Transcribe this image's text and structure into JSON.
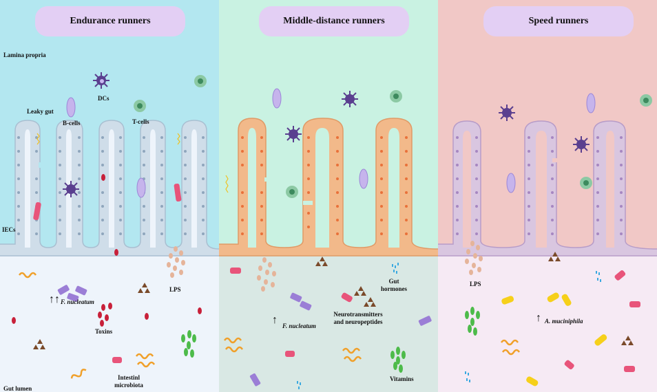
{
  "panels": [
    {
      "title": "Endurance runners"
    },
    {
      "title": "Middle-distance runners"
    },
    {
      "title": "Speed runners"
    }
  ],
  "labels": {
    "lamina_propria": "Lamina propria",
    "dcs": "DCs",
    "b_cells": "B-cells",
    "t_cells": "T-cells",
    "leaky_gut": "Leaky gut",
    "iecs": "IECs",
    "gut_lumen": "Gut lumen",
    "lps_1": "LPS",
    "toxins": "Toxins",
    "intestinal_microbiota": "Intestinl microbiota",
    "f_nucleatum_1": "F. nucleatum",
    "f_nucleatum_2": "F. nucleatum",
    "gut_hormones": "Gut hormones",
    "neurotransmitters": "Neurotransmitters and neuropeptides",
    "vitamins": "Vitamins",
    "lps_3": "LPS",
    "a_muciniphila": "A. muciniphila"
  },
  "arrows": {
    "p1": "↑↑",
    "p2": "↑",
    "p3": "↑"
  },
  "colors": {
    "p1_top": "#b3e7f0",
    "p1_bottom": "#eef4fb",
    "p2_top": "#c9f2e2",
    "p2_bottom": "#d9e8e4",
    "p3_top": "#f1c8c6",
    "p3_bottom": "#f6eaf4",
    "pill": "#e3cff4",
    "villus_blue": "#cfdde9",
    "villus_orange": "#f2b98a",
    "villus_lilac": "#d9c6e0",
    "dc_purple": "#5a3f8f",
    "bcell": "#c6b4ec",
    "tcell": "#8cc9a4",
    "toxin_red": "#c8203a",
    "lps_tan": "#e5b49a",
    "bacteria_pink": "#e8547a",
    "fnuc_purple": "#9b7ed6",
    "spiral_orange": "#f0a02a",
    "green_rods": "#4dbb4a",
    "hormone_blue": "#3aa9e0",
    "akk_yellow": "#f6d01a"
  }
}
